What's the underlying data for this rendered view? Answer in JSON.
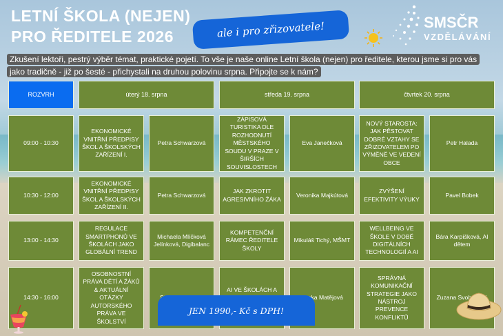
{
  "header": {
    "title_line1": "LETNÍ ŠKOLA (NEJEN)",
    "title_line2": "PRO ŘEDITELE 2026",
    "slogan": "ale i pro zřizovatele!",
    "logo_top": "SMSČR",
    "logo_bottom": "VZDĚLÁVÁNÍ"
  },
  "intro": "Zkušení lektoři, pestrý výběr témat, praktické pojetí. To vše je naše online Letní škola (nejen) pro ředitele, kterou jsme si pro vás jako tradičně - již po šesté - přichystali na druhou polovinu srpna. Připojte se k nám?",
  "schedule": {
    "corner": "ROZVRH",
    "days": [
      "úterý 18. srpna",
      "středa 19. srpna",
      "čtvrtek 20. srpna"
    ],
    "rows": [
      {
        "time": "09:00 - 10:30",
        "cells": [
          [
            "EKONOMICKÉ VNITŘNÍ PŘEDPISY ŠKOL A ŠKOLSKÝCH ZAŘÍZENÍ I.",
            "Petra Schwarzová"
          ],
          [
            "ZÁPISOVÁ TURISTIKA DLE ROZHODNUTÍ MĚSTSKÉHO SOUDU V PRAZE V ŠIRŠÍCH SOUVISLOSTECH",
            "Eva Janečková"
          ],
          [
            "NOVÝ STAROSTA: JAK PĚSTOVAT DOBRÉ VZTAHY SE ZŘIZOVATELEM PO VÝMĚNĚ VE VEDENÍ OBCE",
            "Petr Halada"
          ]
        ]
      },
      {
        "time": "10:30 - 12:00",
        "cells": [
          [
            "EKONOMICKÉ VNITŘNÍ PŘEDPISY ŠKOL A ŠKOLSKÝCH ZAŘÍZENÍ II.",
            "Petra Schwarzová"
          ],
          [
            "JAK ZKROTIT AGRESIVNÍHO ŽÁKA",
            "Veronika Majkútová"
          ],
          [
            "ZVÝŠENÍ EFEKTIVITY VÝUKY",
            "Pavel Bobek"
          ]
        ]
      },
      {
        "time": "13:00 - 14:30",
        "cells": [
          [
            "REGULACE SMARTPHONŮ VE ŠKOLÁCH JAKO GLOBÁLNÍ TREND",
            "Michaela Mlíčková Jelínková, Digibalanc"
          ],
          [
            "KOMPETENČNÍ RÁMEC ŘEDITELE ŠKOLY",
            "Mikuláš Tichý, MŠMT"
          ],
          [
            "WELLBEING VE ŠKOLE V DOBĚ DIGITÁLNÍCH TECHNOLOGIÍ A AI",
            "Bára Karpíšková, AI dětem"
          ]
        ]
      },
      {
        "time": "14:30 - 16:00",
        "cells": [
          [
            "OSOBNOSTNÍ PRÁVA DĚTÍ A ŽÁKŮ & AKTUÁLNÍ OTÁZKY AUTORSKÉHO PRÁVA VE ŠKOLSTVÍ",
            "Stanislav Polčák"
          ],
          [
            "AI VE ŠKOLÁCH A OCHRANA OSOBNÍCH ÚDAJŮ",
            "Lenka Matějová"
          ],
          [
            "SPRÁVNÁ KOMUNIKAČNÍ STRATEGIE JAKO NÁSTROJ PREVENCE KONFLIKTŮ",
            "Zuzana Svobodová"
          ]
        ]
      }
    ]
  },
  "price": "JEN 1990,- Kč s DPH!",
  "colors": {
    "cell_green": "#6e8a37",
    "accent_blue": "#1565d8",
    "corner_blue": "#0a6cf0",
    "intro_bg": "#5d5d5d"
  },
  "icons": [
    "sun-icon",
    "logo-dots-icon",
    "cocktail-icon",
    "straw-hat-icon"
  ]
}
